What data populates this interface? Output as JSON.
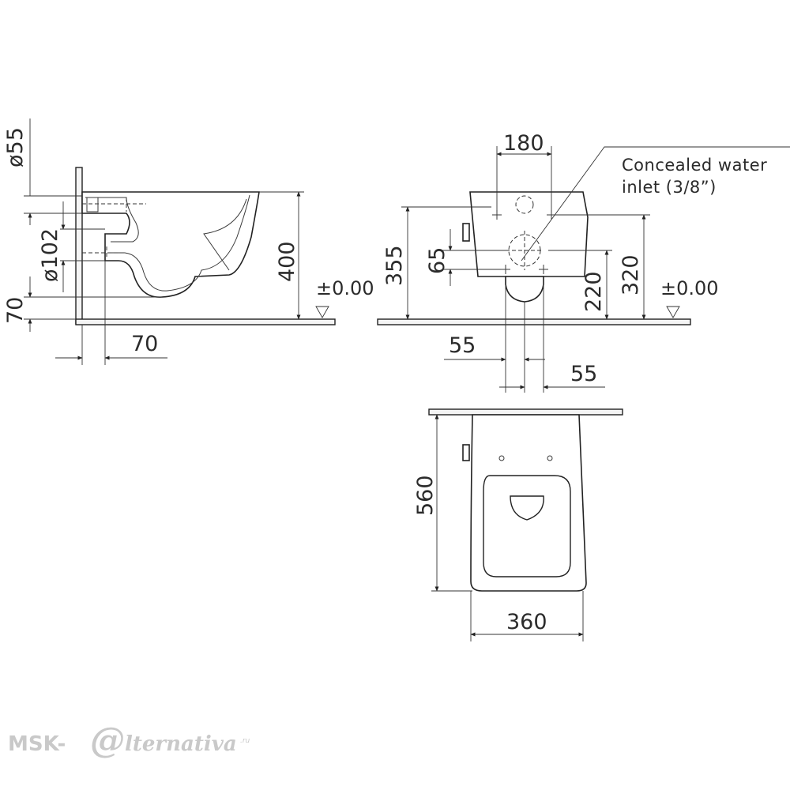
{
  "side_view": {
    "d55": "ø55",
    "d102": "ø102",
    "h70": "70",
    "w70": "70",
    "h400": "400",
    "level": "±0.00"
  },
  "front_view": {
    "w180": "180",
    "note_line1": "Concealed water",
    "note_line2": "inlet (3/8”)",
    "h355": "355",
    "h65": "65",
    "h220": "220",
    "h320": "320",
    "level": "±0.00",
    "w55_left": "55",
    "w55_right": "55"
  },
  "top_view": {
    "h560": "560",
    "w360": "360"
  },
  "watermark": {
    "brand_left": "MSK-",
    "brand_mark": "@",
    "brand_right": "lternativa",
    "brand_tld": ".ru"
  },
  "colors": {
    "line": "#2a2a2a",
    "watermark": "#c9c9c9"
  }
}
